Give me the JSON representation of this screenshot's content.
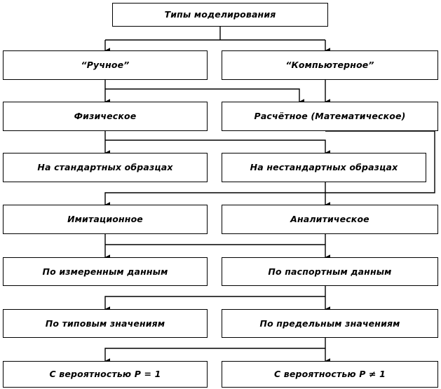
{
  "diagram": {
    "title": "Типы моделирования",
    "language": "ru",
    "style": {
      "box_border_color": "#000000",
      "box_fill_color": "#ffffff",
      "connector_color": "#000000",
      "text_color": "#000000",
      "background": "#ffffff"
    },
    "rows": [
      {
        "row_index": 0,
        "nodes": [
          {
            "id": "n0",
            "label": "Типы моделирования"
          }
        ]
      },
      {
        "row_index": 1,
        "nodes": [
          {
            "id": "n1l",
            "label": "“Ручное”"
          },
          {
            "id": "n1r",
            "label": "“Компьютерное”"
          }
        ]
      },
      {
        "row_index": 2,
        "nodes": [
          {
            "id": "n2l",
            "label": "Физическое"
          },
          {
            "id": "n2r",
            "label": "Расчётное (Математическое)"
          }
        ]
      },
      {
        "row_index": 3,
        "nodes": [
          {
            "id": "n3l",
            "label": "На стандартных образцах"
          },
          {
            "id": "n3r",
            "label": "На нестандартных образцах"
          }
        ]
      },
      {
        "row_index": 4,
        "nodes": [
          {
            "id": "n4l",
            "label": "Имитационное"
          },
          {
            "id": "n4r",
            "label": "Аналитическое"
          }
        ]
      },
      {
        "row_index": 5,
        "nodes": [
          {
            "id": "n5l",
            "label": "По измеренным данным"
          },
          {
            "id": "n5r",
            "label": "По паспортным данным"
          }
        ]
      },
      {
        "row_index": 6,
        "nodes": [
          {
            "id": "n6l",
            "label": "По типовым значениям"
          },
          {
            "id": "n6r",
            "label": "По предельным значениям"
          }
        ]
      },
      {
        "row_index": 7,
        "nodes": [
          {
            "id": "n7l",
            "label": "С вероятностью P = 1"
          },
          {
            "id": "n7r",
            "label": "С вероятностью P ≠ 1"
          }
        ]
      }
    ]
  }
}
